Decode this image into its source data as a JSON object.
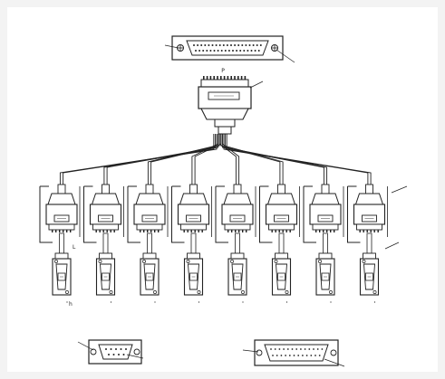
{
  "diagram": {
    "labels": {
      "top_connector_title": "",
      "top_connector_pin_left": "",
      "top_connector_pin_right": "",
      "main_plug_letter": "P",
      "main_plug_callout": "",
      "upper_connector_callout": "",
      "lower_connector_callout": "",
      "first_branch_letter": "L",
      "first_tail_letter": "h",
      "db9_title": "",
      "db9_pin_left": "",
      "db9_pin_right": "",
      "db25_title": "",
      "db25_pin_left": "",
      "db25_pin_right": ""
    },
    "branch_count": 8
  }
}
